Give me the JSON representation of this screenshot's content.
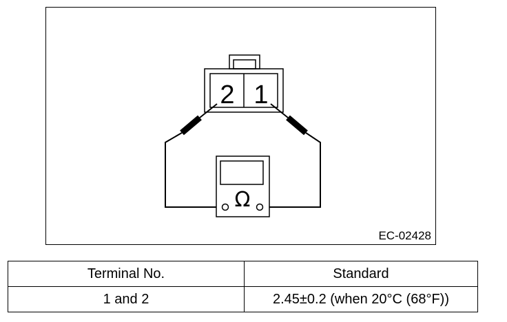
{
  "connector": {
    "pin_left": "2",
    "pin_right": "1"
  },
  "meter": {
    "symbol": "Ω",
    "icon": "ohmmeter-icon"
  },
  "figure_code": "EC-02428",
  "table": {
    "headers": [
      "Terminal No.",
      "Standard"
    ],
    "rows": [
      [
        "1 and 2",
        "2.45±0.2 (when 20°C (68°F))"
      ]
    ]
  }
}
